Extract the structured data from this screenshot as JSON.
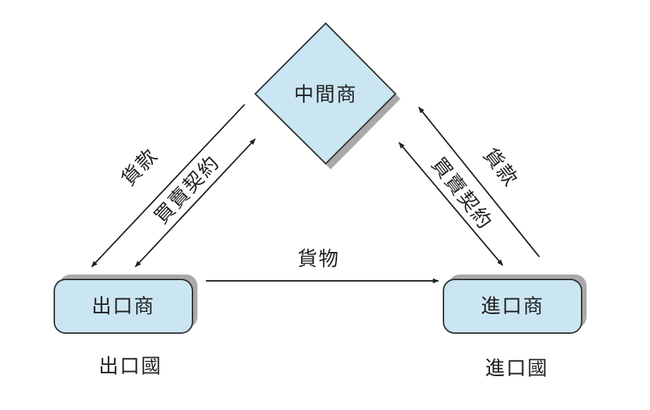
{
  "nodes": {
    "middleman": "中間商",
    "exporter": "出口商",
    "importer": "進口商"
  },
  "countries": {
    "export": "出口國",
    "import": "進口國"
  },
  "flows": {
    "goods": "貨物",
    "left_payment": "貨款",
    "left_contract": "買賣契約",
    "right_contract": "買賣契約",
    "right_payment": "貨款"
  },
  "colors": {
    "box_fill": "#cbe6f3",
    "box_stroke": "#333333",
    "shadow": "#a9a9a9",
    "arrow": "#222222"
  }
}
